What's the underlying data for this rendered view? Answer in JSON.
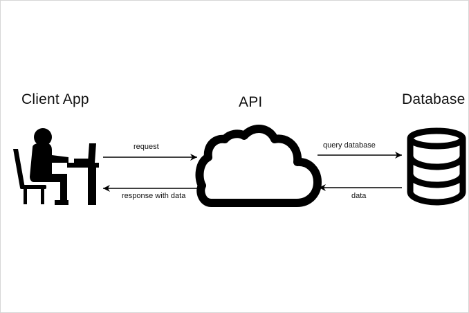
{
  "nodes": {
    "client": {
      "title": "Client App",
      "icon": "person-at-computer-icon"
    },
    "api": {
      "title": "API",
      "icon": "cloud-icon"
    },
    "database": {
      "title": "Database",
      "icon": "database-icon"
    }
  },
  "edges": {
    "request": "request",
    "response": "response with data",
    "query": "query database",
    "data": "data"
  },
  "colors": {
    "ink": "#000000",
    "text": "#111111",
    "background": "#ffffff",
    "border": "#d6d6d6"
  }
}
